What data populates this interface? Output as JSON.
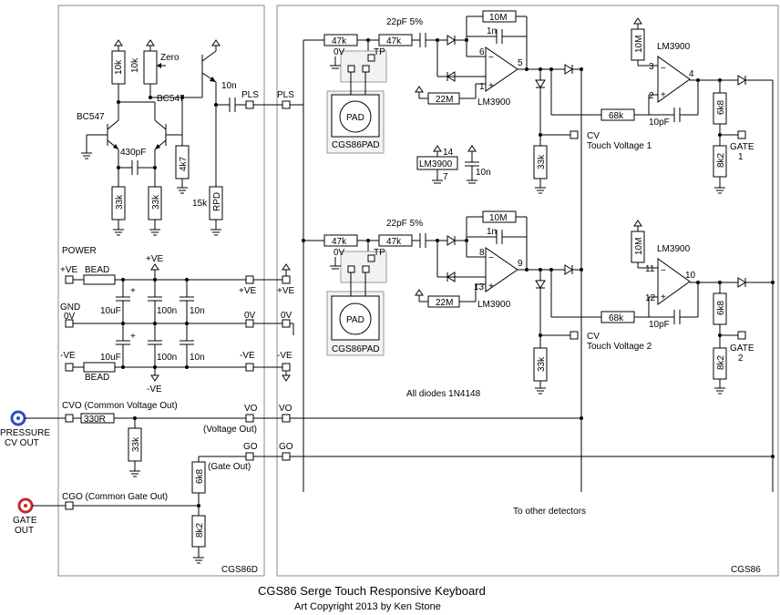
{
  "module_labels": {
    "left": "CGS86D",
    "right": "CGS86"
  },
  "title": "CGS86 Serge Touch Responsive Keyboard",
  "copyright": "Art Copyright 2013 by Ken Stone",
  "left": {
    "transistor1": "BC547",
    "transistor2": "BC547",
    "zero": "Zero",
    "r_10k_a": "10k",
    "r_10k_b": "10k",
    "c_430p": "430pF",
    "r_33k_a": "33k",
    "r_33k_b": "33k",
    "r_4k7": "4k7",
    "c_10n": "10n",
    "r_15k": "15k",
    "rpd": "RPD",
    "pls_out": "PLS",
    "power_title": "POWER",
    "pve_label": "+VE",
    "bead": "BEAD",
    "pve_top": "+VE",
    "gnd": "GND",
    "zero_v": "0V",
    "nve_label": "-VE",
    "nve_bot": "-VE",
    "cap_10uf": "10uF",
    "cap_100n": "100n",
    "cap_10n": "10n",
    "plus": "+",
    "pve_right": "+VE",
    "zv_right": "0V",
    "nve_right": "-VE",
    "cvo": "CVO (Common Voltage Out)",
    "r_330r": "330R",
    "vo": "VO",
    "voltage_out": "(Voltage Out)",
    "go": "GO",
    "gate_out_label": "(Gate Out)",
    "r_6k8": "6k8",
    "r_8k2": "8k2",
    "cgo": "CGO (Common Gate Out)",
    "pressure_line1": "PRESSURE",
    "pressure_line2": "CV OUT",
    "gate_line1": "GATE",
    "gate_line2": "OUT"
  },
  "right": {
    "pls_in": "PLS",
    "pve": "+VE",
    "zv": "0V",
    "nve": "-VE",
    "vo": "VO",
    "go": "GO",
    "ic_label": "LM3900",
    "ic_pin14": "14",
    "ic_pin7": "7",
    "c_10n": "10n",
    "all_diodes": "All diodes 1N4148",
    "to_other": "To other detectors",
    "ch1": {
      "r47k_a": "47k",
      "r47k_b": "47k",
      "c22p": "22pF 5%",
      "r10m": "10M",
      "c1n": "1n",
      "pin6": "6",
      "pin1": "1",
      "pin5": "5",
      "ic": "LM3900",
      "r22m": "22M",
      "zv": "0V",
      "tp": "TP",
      "pad": "PAD",
      "pad_name": "CGS86PAD",
      "r68k": "68k",
      "cv": "CV",
      "cv_label": "Touch Voltage 1",
      "r33k": "33k",
      "r10m_b": "10M",
      "ic2": "LM3900",
      "pin3": "3",
      "pin2": "2",
      "pin4": "4",
      "c10p": "10pF",
      "r6k8": "6k8",
      "gate": "GATE",
      "gate_n": "1",
      "r8k2": "8k2"
    },
    "ch2": {
      "r47k_a": "47k",
      "r47k_b": "47k",
      "c22p": "22pF 5%",
      "r10m": "10M",
      "c1n": "1n",
      "pin8": "8",
      "pin13": "13",
      "pin9": "9",
      "ic": "LM3900",
      "r22m": "22M",
      "zv": "0V",
      "tp": "TP",
      "pad": "PAD",
      "pad_name": "CGS86PAD",
      "r68k": "68k",
      "cv": "CV",
      "cv_label": "Touch Voltage 2",
      "r33k": "33k",
      "r10m_b": "10M",
      "ic2": "LM3900",
      "pin11": "11",
      "pin12": "12",
      "pin10": "10",
      "c10p": "10pF",
      "r6k8": "6k8",
      "gate": "GATE",
      "gate_n": "2",
      "r8k2": "8k2"
    }
  }
}
